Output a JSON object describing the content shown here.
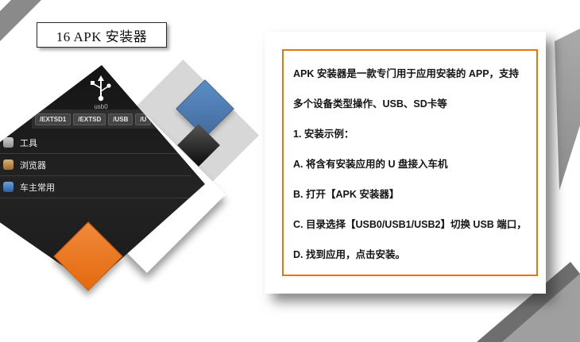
{
  "slide": {
    "title": "16 APK 安装器"
  },
  "screenshot": {
    "usb_label": "usb0",
    "tabs": [
      "/EXTSD1",
      "/EXTSD",
      "/USB",
      "/U"
    ],
    "menu": [
      {
        "label": "工具"
      },
      {
        "label": "浏览器"
      },
      {
        "label": "车主常用"
      }
    ]
  },
  "content": {
    "lines": [
      "APK 安装器是一款专门用于应用安装的 APP，支持",
      "多个设备类型操作、USB、SD卡等",
      "1. 安装示例：",
      "A. 将含有安装应用的 U 盘接入车机",
      "B. 打开【APK 安装器】",
      "C. 目录选择【USB0/USB1/USB2】切换 USB 端口，",
      "D. 找到应用，点击安装。"
    ]
  },
  "colors": {
    "accent_orange": "#e8740c",
    "diamond_blue": "#4e81bd",
    "diamond_orange": "#ed7d31",
    "decor_gray": "#8a8a8a"
  }
}
